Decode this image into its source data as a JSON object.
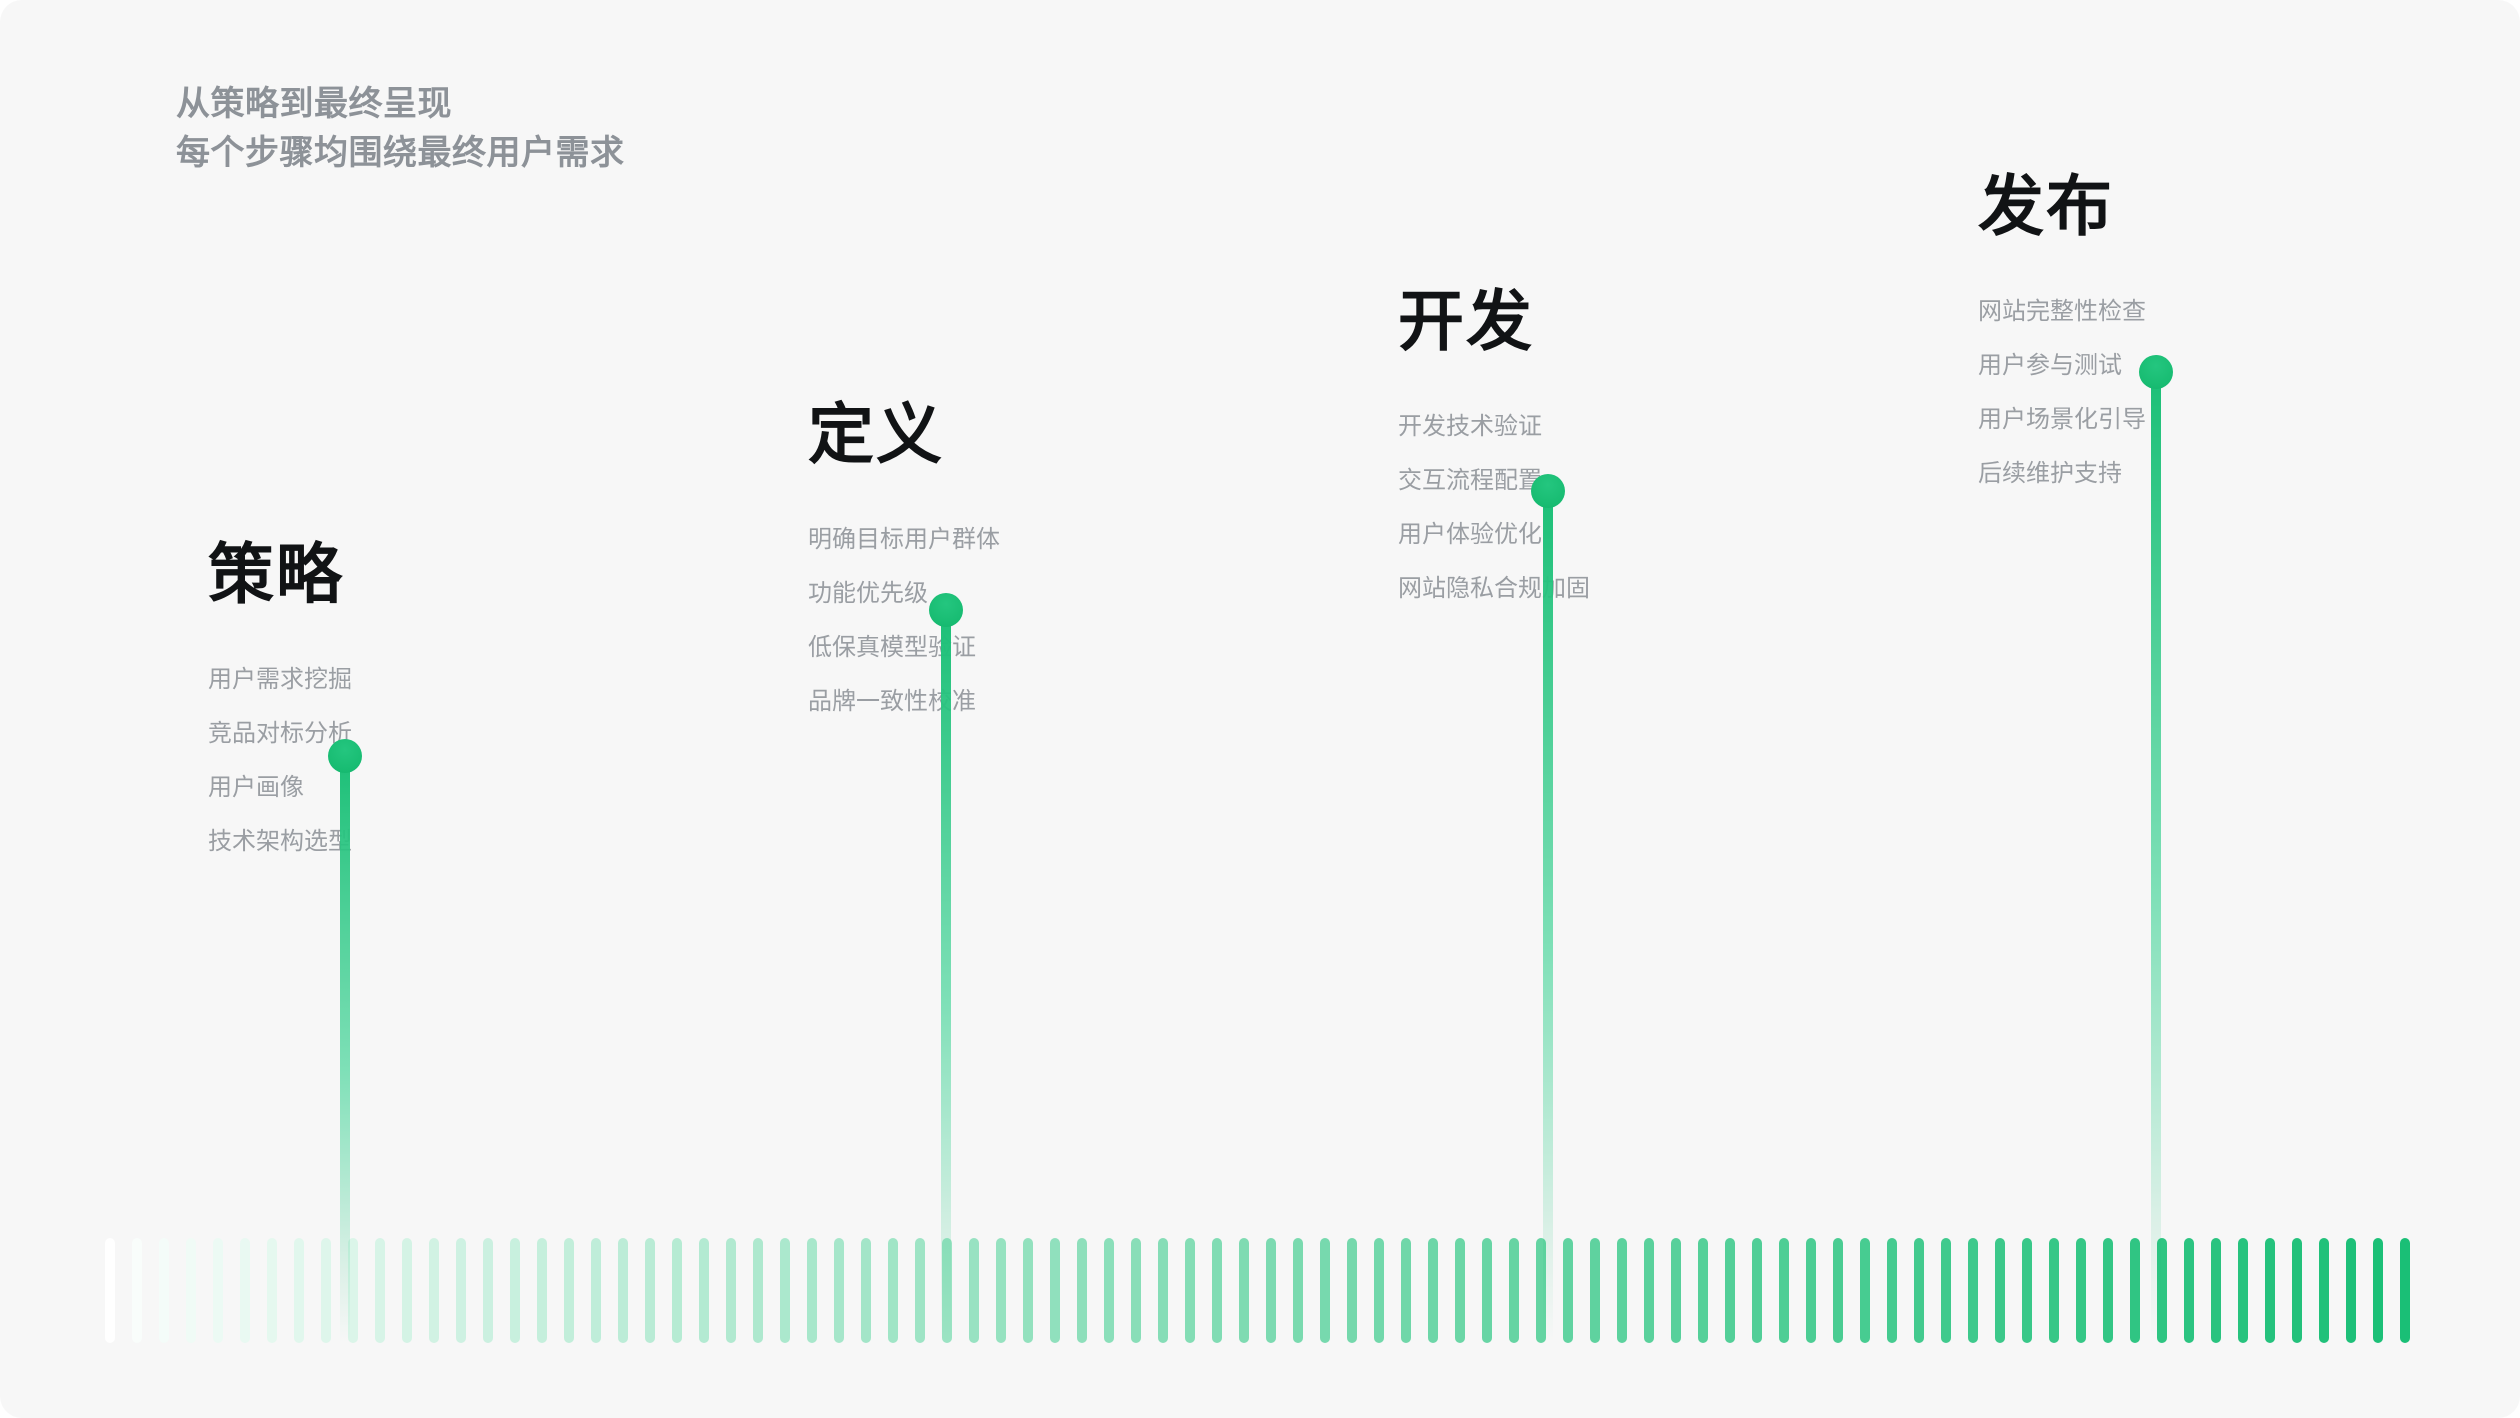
{
  "header": {
    "line1": "从策略到最终呈现",
    "line2": "每个步骤均围绕最终用户需求",
    "color": "#8d9298"
  },
  "theme": {
    "background": "#f7f7f7",
    "accent": "#1ABF76",
    "accent_mid": "#5ADCA8",
    "accent_light": "#ddf6ea",
    "title_color": "#111315",
    "item_color": "#9a9ea3"
  },
  "stages": [
    {
      "title": "策略",
      "items": [
        "用户需求挖掘",
        "竞品对标分析",
        "用户画像",
        "技术架构选型"
      ]
    },
    {
      "title": "定义",
      "items": [
        "明确目标用户群体",
        "功能优先级",
        "低保真模型验证",
        "品牌一致性校准"
      ]
    },
    {
      "title": "开发",
      "items": [
        "开发技术验证",
        "交互流程配置",
        "用户体验优化",
        "网站隐私合规加固"
      ]
    },
    {
      "title": "发布",
      "items": [
        "网站完整性检查",
        "用户参与测试",
        "用户场景化引导",
        "后续维护支持"
      ]
    }
  ],
  "bar_strip": {
    "count": 86,
    "pitch": 27,
    "width": 10,
    "height": 105
  }
}
